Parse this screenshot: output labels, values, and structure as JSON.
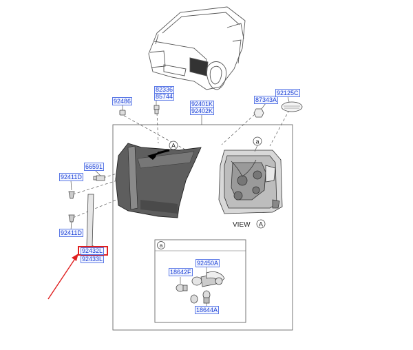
{
  "view_label": "VIEW",
  "callout_letter_a_upper": "A",
  "callout_letter_a_lower": "a",
  "parts": {
    "p92486": "92486",
    "p82336": "82336",
    "p85744": "85744",
    "p92401K": "92401K",
    "p92402K": "92402K",
    "p87343A": "87343A",
    "p92125C": "92125C",
    "p66591": "66591",
    "p92411D_top": "92411D",
    "p92411D_bottom": "92411D",
    "p92432L": "92432L",
    "p92433L": "92433L",
    "p18642F": "18642F",
    "p92450A": "92450A",
    "p18644A": "18644A"
  },
  "colors": {
    "label_text": "#1a3fd6",
    "label_border": "#5a78e6",
    "highlight": "#e02020",
    "arrow": "#e02020",
    "line_art": "#444444",
    "lamp_dark": "#555555"
  }
}
